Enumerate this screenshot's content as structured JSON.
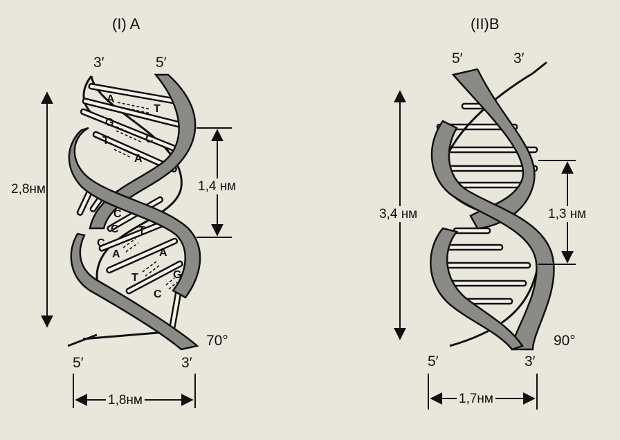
{
  "left": {
    "title": "(I) A",
    "top_left_end": "3′",
    "top_right_end": "5′",
    "bottom_left_end": "5′",
    "bottom_right_end": "3′",
    "height_label": "2,8нм",
    "pitch_label": "1,4 нм",
    "width_label": "1,8нм",
    "angle_label": "70°",
    "bases": [
      "A",
      "T",
      "G",
      "C",
      "T",
      "A",
      "C",
      "C",
      "T",
      "C",
      "A",
      "A",
      "T",
      "G",
      "C"
    ]
  },
  "right": {
    "title": "(II)B",
    "top_left_end": "5′",
    "top_right_end": "3′",
    "bottom_left_end": "5′",
    "bottom_right_end": "3′",
    "height_label": "3,4 нм",
    "pitch_label": "1,3 нм",
    "width_label": "1,7нм",
    "angle_label": "90°"
  },
  "colors": {
    "background": "#e9e6dc",
    "strand_fill": "#8a8a86",
    "ink": "#141414"
  }
}
